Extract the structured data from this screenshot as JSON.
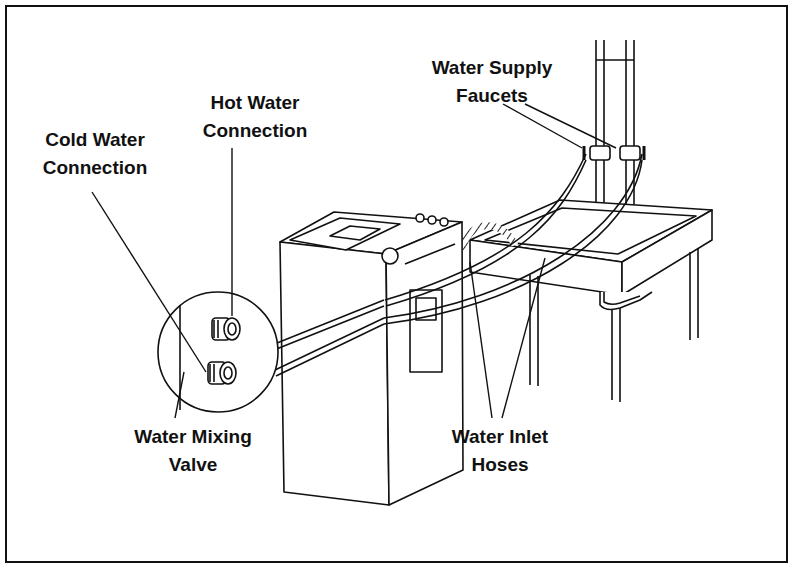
{
  "diagram": {
    "labels": [
      "Water Supply Faucets",
      "Hot Water Connection",
      "Cold Water Connection",
      "Water Mixing Valve",
      "Water Inlet Hoses"
    ]
  }
}
